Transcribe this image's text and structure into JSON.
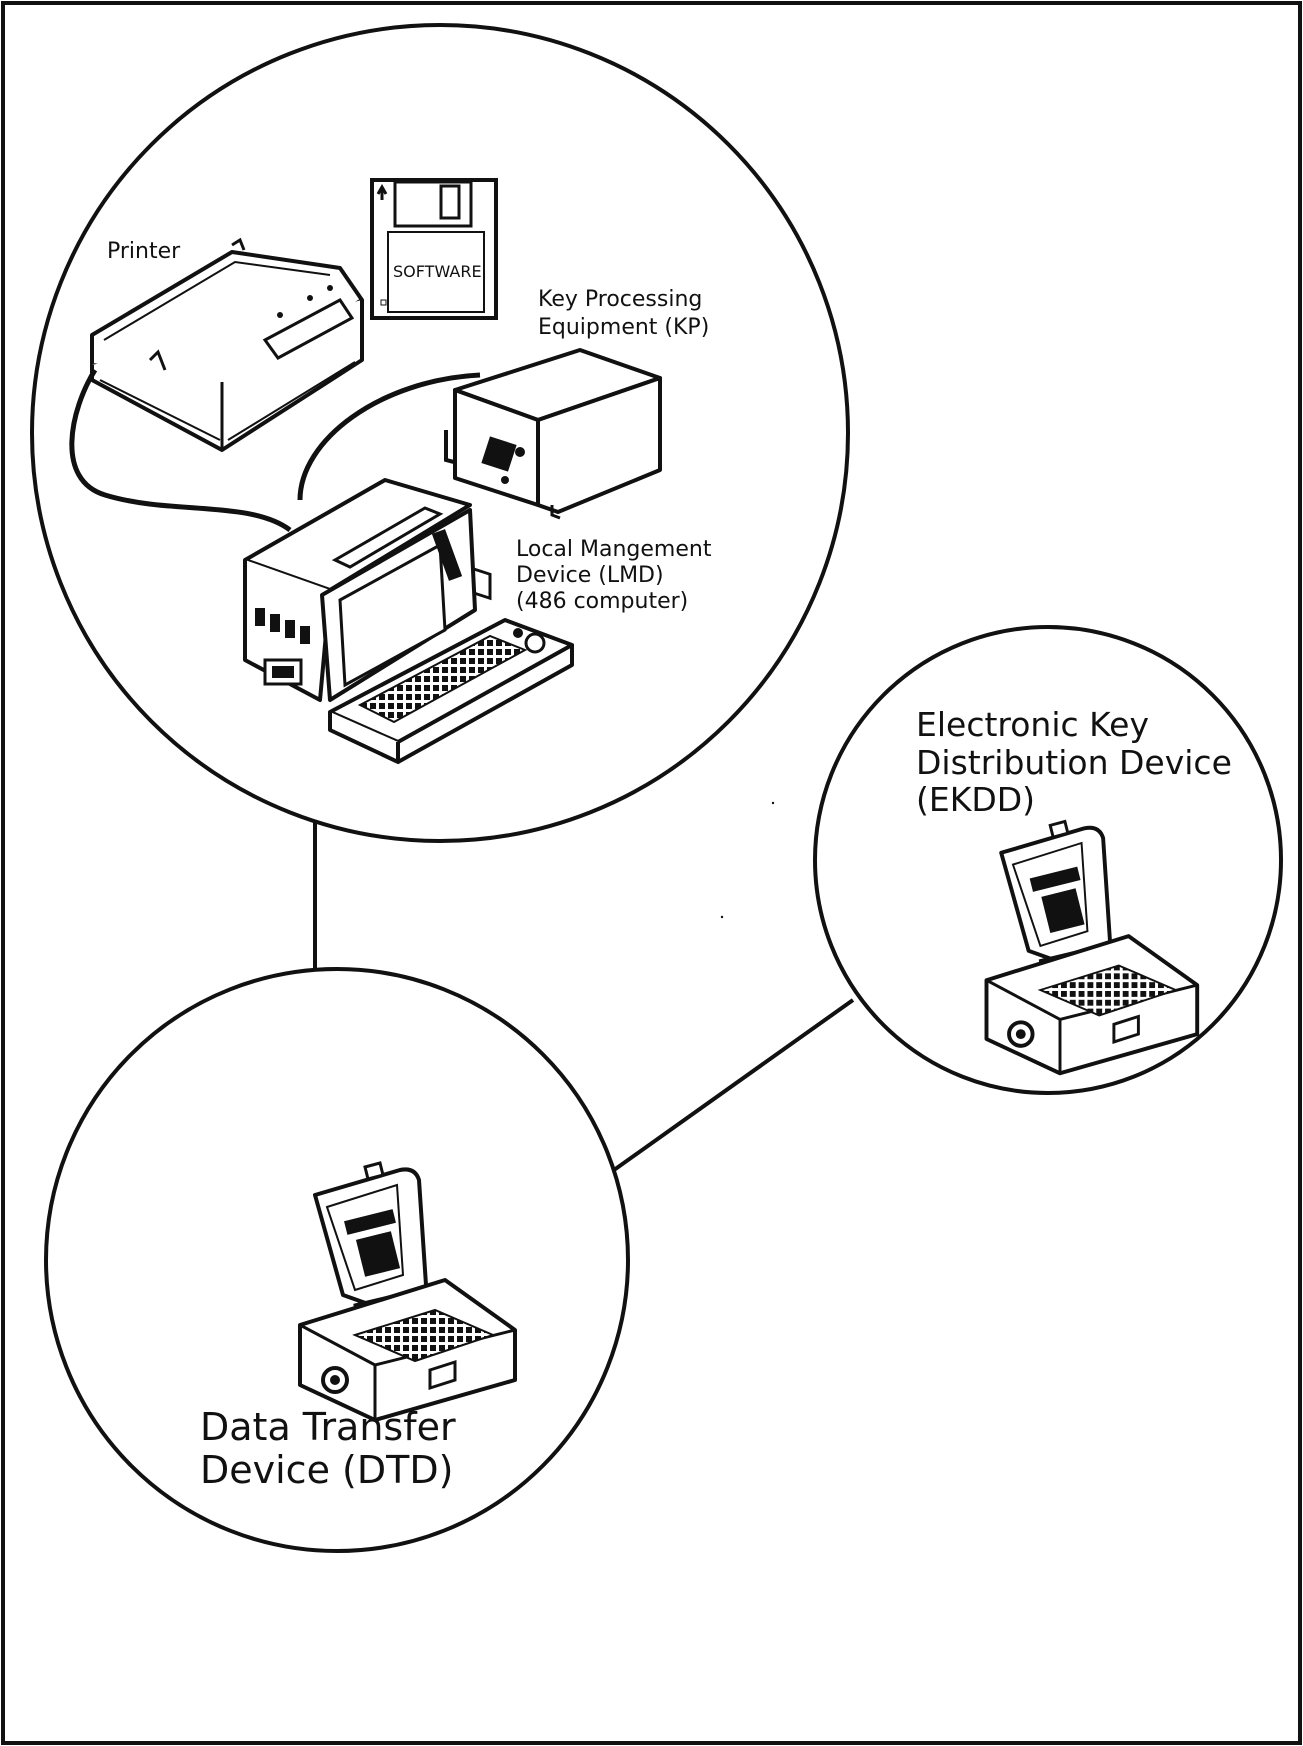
{
  "nodes": {
    "lmd_station": {
      "printer_label": "Printer",
      "software_label": "SOFTWARE",
      "kp_label_line1": "Key Processing",
      "kp_label_line2": "Equipment (KP)",
      "lmd_label_line1": "Local Mangement",
      "lmd_label_line2": "Device (LMD)",
      "lmd_label_line3": "(486 computer)"
    },
    "ekdd": {
      "label_line1": "Electronic Key",
      "label_line2": "Distribution Device",
      "label_line3": "(EKDD)"
    },
    "dtd": {
      "label_line1": "Data Transfer",
      "label_line2": "Device (DTD)"
    }
  },
  "icons": {
    "printer": "printer-icon",
    "floppy": "floppy-disk-icon",
    "kp": "key-processor-icon",
    "lmd": "laptop-computer-icon",
    "ekdd": "handheld-fill-device-icon",
    "dtd": "handheld-fill-device-icon"
  }
}
